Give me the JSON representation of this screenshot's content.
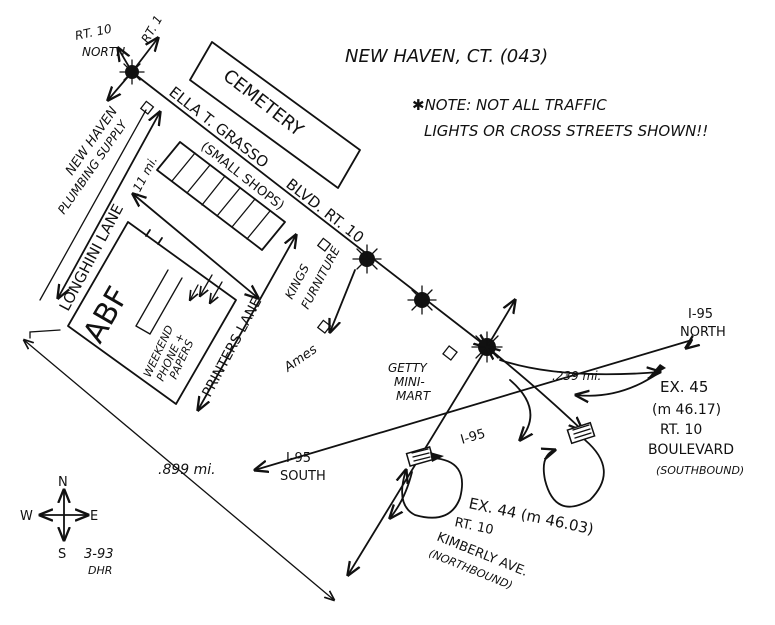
{
  "map": {
    "title": "NEW HAVEN, CT. (043)",
    "note_line1": "✱NOTE: NOT ALL TRAFFIC",
    "note_line2": "LIGHTS OR CROSS STREETS SHOWN!!",
    "rt10_north_l1": "RT. 10",
    "rt10_north_l2": "NORTH",
    "rt1": "RT. 1",
    "cemetery": "CEMETERY",
    "blvd_part1": "ELLA T. GRASSO",
    "blvd_part2": "BLVD. RT. 10",
    "plumbing_l1": "NEW HAVEN",
    "plumbing_l2": "PLUMBING SUPPLY",
    "longhini_lane": "LONGHINI LANE",
    "dist_11": ".11 mi.",
    "small_shops": "(SMALL SHOPS)",
    "abf": "ABF",
    "weekend_l1": "WEEKEND",
    "weekend_l2": "PHONE +",
    "weekend_l3": "PAPERS",
    "printers_lane": "PRINTERS LANE",
    "kings_l1": "KINGS",
    "kings_l2": "FURNITURE",
    "ames": "Ames",
    "getty_l1": "GETTY",
    "getty_l2": "MINI-",
    "getty_l3": "MART",
    "i95_north_l1": "I-95",
    "i95_north_l2": "NORTH",
    "dist_239": ".239 mi.",
    "ex45_l1": "EX. 45",
    "ex45_l2": "(m 46.17)",
    "ex45_l3": "RT. 10",
    "ex45_l4": "BOULEVARD",
    "ex45_l5": "(SOUTHBOUND)",
    "i95_mid": "I-95",
    "i95_south_l1": "I-95",
    "i95_south_l2": "SOUTH",
    "dist_899": ".899 mi.",
    "ex44_l1": "EX. 44 (m 46.03)",
    "ex44_l2": "RT. 10",
    "ex44_l3": "KIMBERLY AVE.",
    "ex44_l4": "(NORTHBOUND)",
    "compass_n": "N",
    "compass_s": "S",
    "compass_e": "E",
    "compass_w": "W",
    "date": "3-93",
    "initials": "DHR"
  }
}
